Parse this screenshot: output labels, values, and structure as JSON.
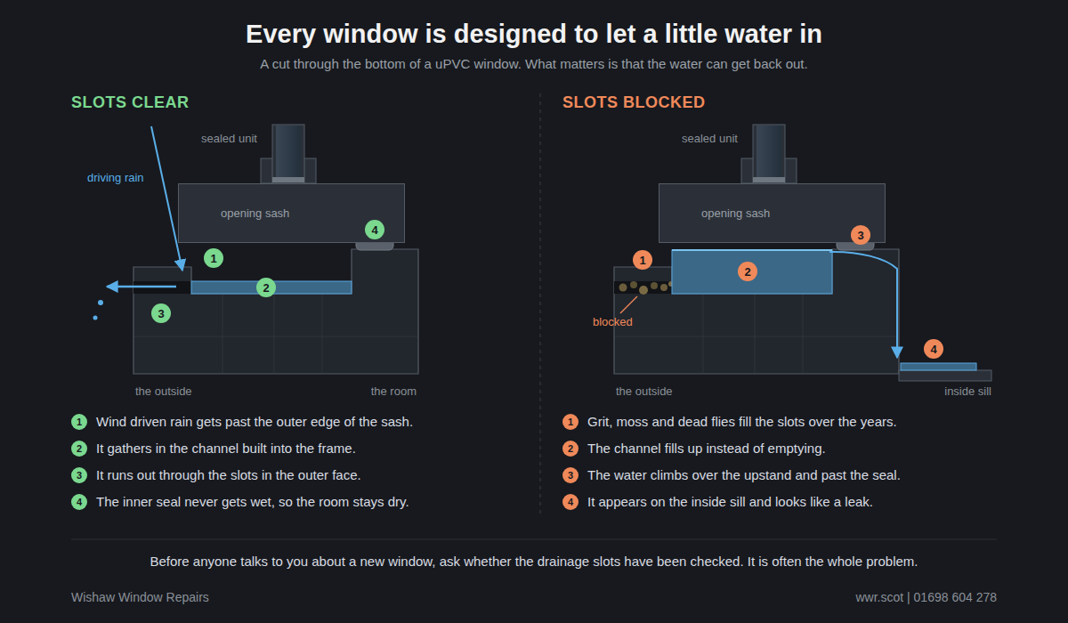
{
  "diagram": {
    "title": "Every window is designed to let a little water in",
    "caption": "A cut through the bottom of a uPVC window. What matters is that the water can get back out.",
    "nodes": [
      {
        "text": [
          "sealed unit"
        ]
      },
      {
        "text": [
          "opening sash"
        ]
      },
      {
        "text": [
          "1"
        ]
      },
      {
        "text": [
          "2"
        ]
      },
      {
        "text": [
          "3"
        ]
      },
      {
        "text": [
          "4"
        ]
      },
      {
        "text": [
          "sealed unit"
        ]
      },
      {
        "text": [
          "opening sash"
        ]
      },
      {
        "text": [
          "1"
        ]
      },
      {
        "text": [
          "2"
        ]
      },
      {
        "text": [
          "3"
        ]
      },
      {
        "text": [
          "4"
        ]
      },
      {
        "text": [
          "1"
        ]
      },
      {
        "text": [
          "2"
        ]
      },
      {
        "text": [
          "3"
        ]
      },
      {
        "text": [
          "4"
        ]
      },
      {
        "text": [
          "1"
        ]
      },
      {
        "text": [
          "2"
        ]
      },
      {
        "text": [
          "3"
        ]
      },
      {
        "text": [
          "4"
        ]
      }
    ],
    "labels": [
      "SLOTS CLEAR",
      "driving rain",
      "the outside",
      "the room",
      "Wind driven rain gets past the outer edge of the sash.",
      "It gathers in the channel built into the frame.",
      "It runs out through the slots in the outer face.",
      "The inner seal never gets wet, so the room stays dry.",
      "SLOTS BLOCKED",
      "blocked",
      "the outside",
      "inside sill",
      "Grit, moss and dead flies fill the slots over the years.",
      "The channel fills up instead of emptying.",
      "The water climbs over the upstand and past the seal.",
      "It appears on the inside sill and looks like a leak.",
      "Before anyone talks to you about a new window, ask whether the drainage slots have been checked. It is often the whole problem.",
      "Wishaw Window Repairs",
      "wwr.scot | 01698 604 278"
    ]
  }
}
